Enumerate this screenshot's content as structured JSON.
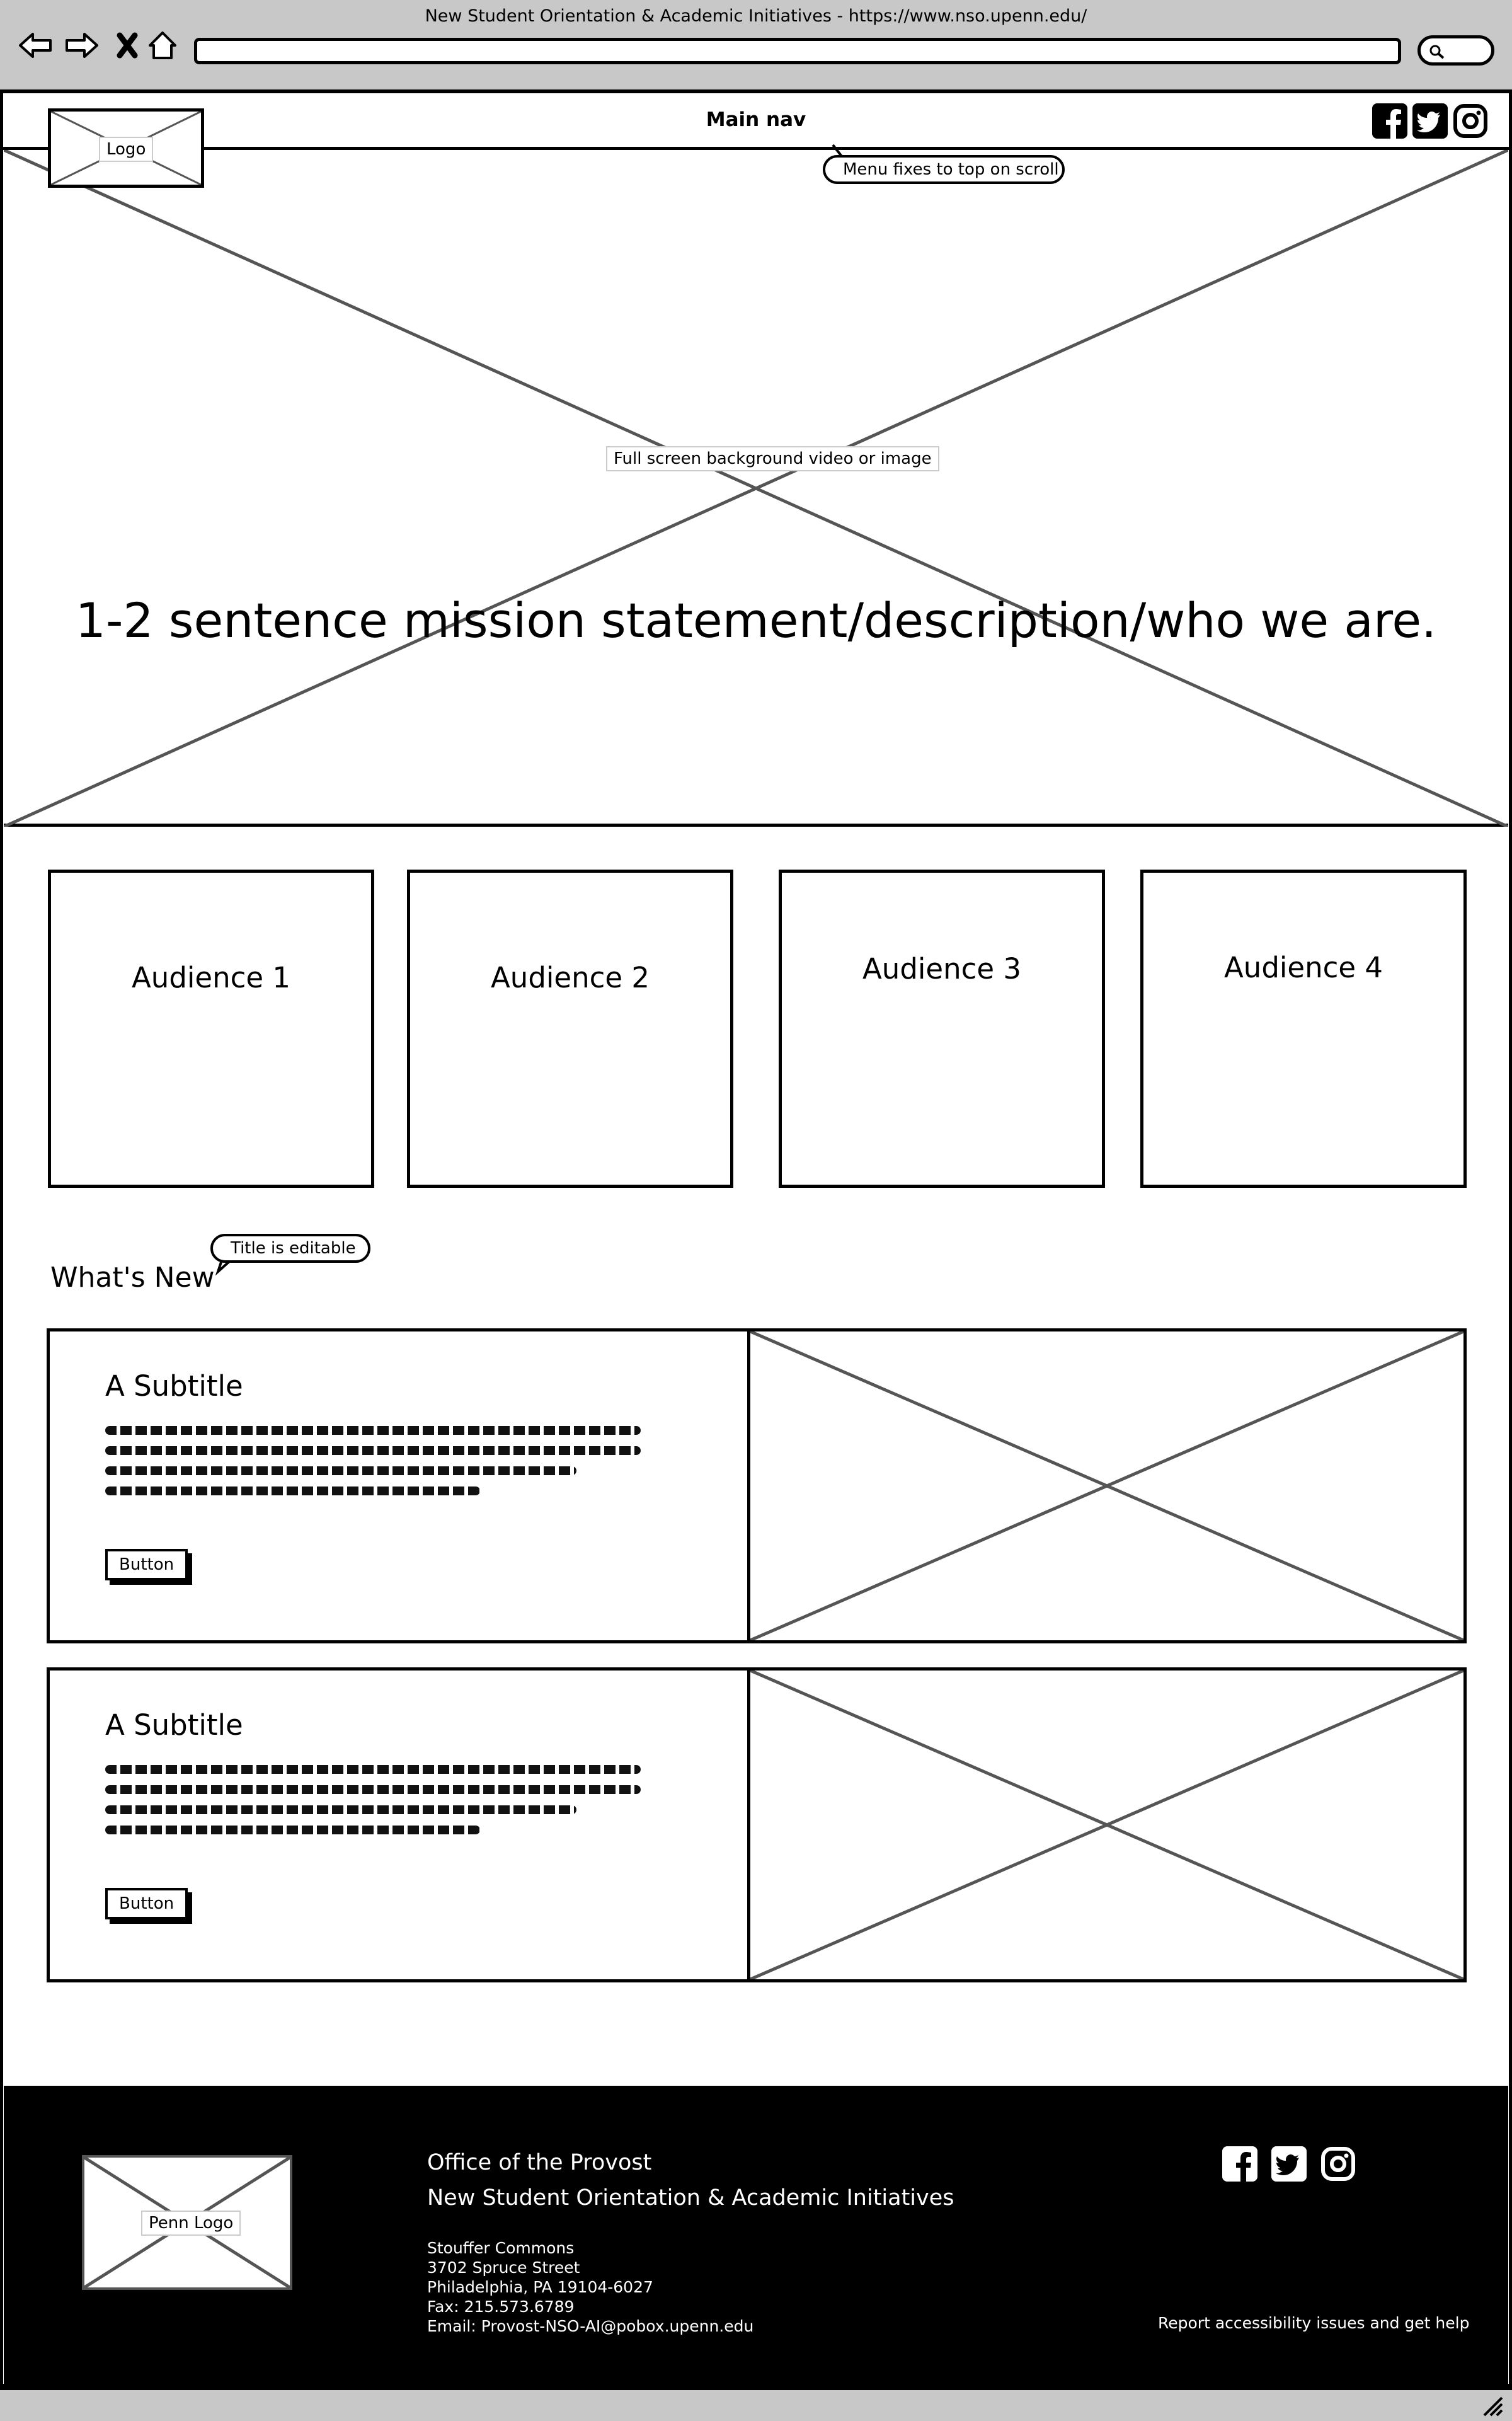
{
  "browser": {
    "title": "New Student Orientation & Academic Initiatives - https://www.nso.upenn.edu/",
    "icons": [
      "back-arrow-icon",
      "forward-arrow-icon",
      "close-icon",
      "home-icon",
      "search-icon"
    ]
  },
  "header": {
    "logo_label": "Logo",
    "nav_label": "Main nav",
    "nav_callout": "Menu fixes to top on scroll",
    "social_icons": [
      "facebook-icon",
      "twitter-icon",
      "instagram-icon"
    ]
  },
  "hero": {
    "media_label": "Full screen background video or image",
    "mission": "1-2 sentence mission statement/description/who we are."
  },
  "audiences": [
    {
      "label": "Audience 1"
    },
    {
      "label": "Audience 2"
    },
    {
      "label": "Audience 3"
    },
    {
      "label": "Audience 4"
    }
  ],
  "whats_new": {
    "title": "What's New",
    "title_callout": "Title is editable",
    "items": [
      {
        "subtitle": "A Subtitle",
        "button": "Button"
      },
      {
        "subtitle": "A Subtitle",
        "button": "Button"
      }
    ]
  },
  "footer": {
    "logo_label": "Penn Logo",
    "office": "Office of the Provost",
    "department": "New Student Orientation & Academic Initiatives",
    "address": {
      "building": "Stouffer Commons",
      "street": "3702 Spruce Street",
      "city": "Philadelphia, PA 19104-6027",
      "fax": "Fax: 215.573.6789",
      "email": "Email: Provost-NSO-AI@pobox.upenn.edu"
    },
    "accessibility": "Report accessibility issues and get help",
    "social_icons": [
      "facebook-icon",
      "twitter-icon",
      "instagram-icon"
    ]
  },
  "colors": {
    "chrome": "#c8c8c8",
    "footer_bg": "#000000",
    "wireframe_line": "#555555"
  }
}
